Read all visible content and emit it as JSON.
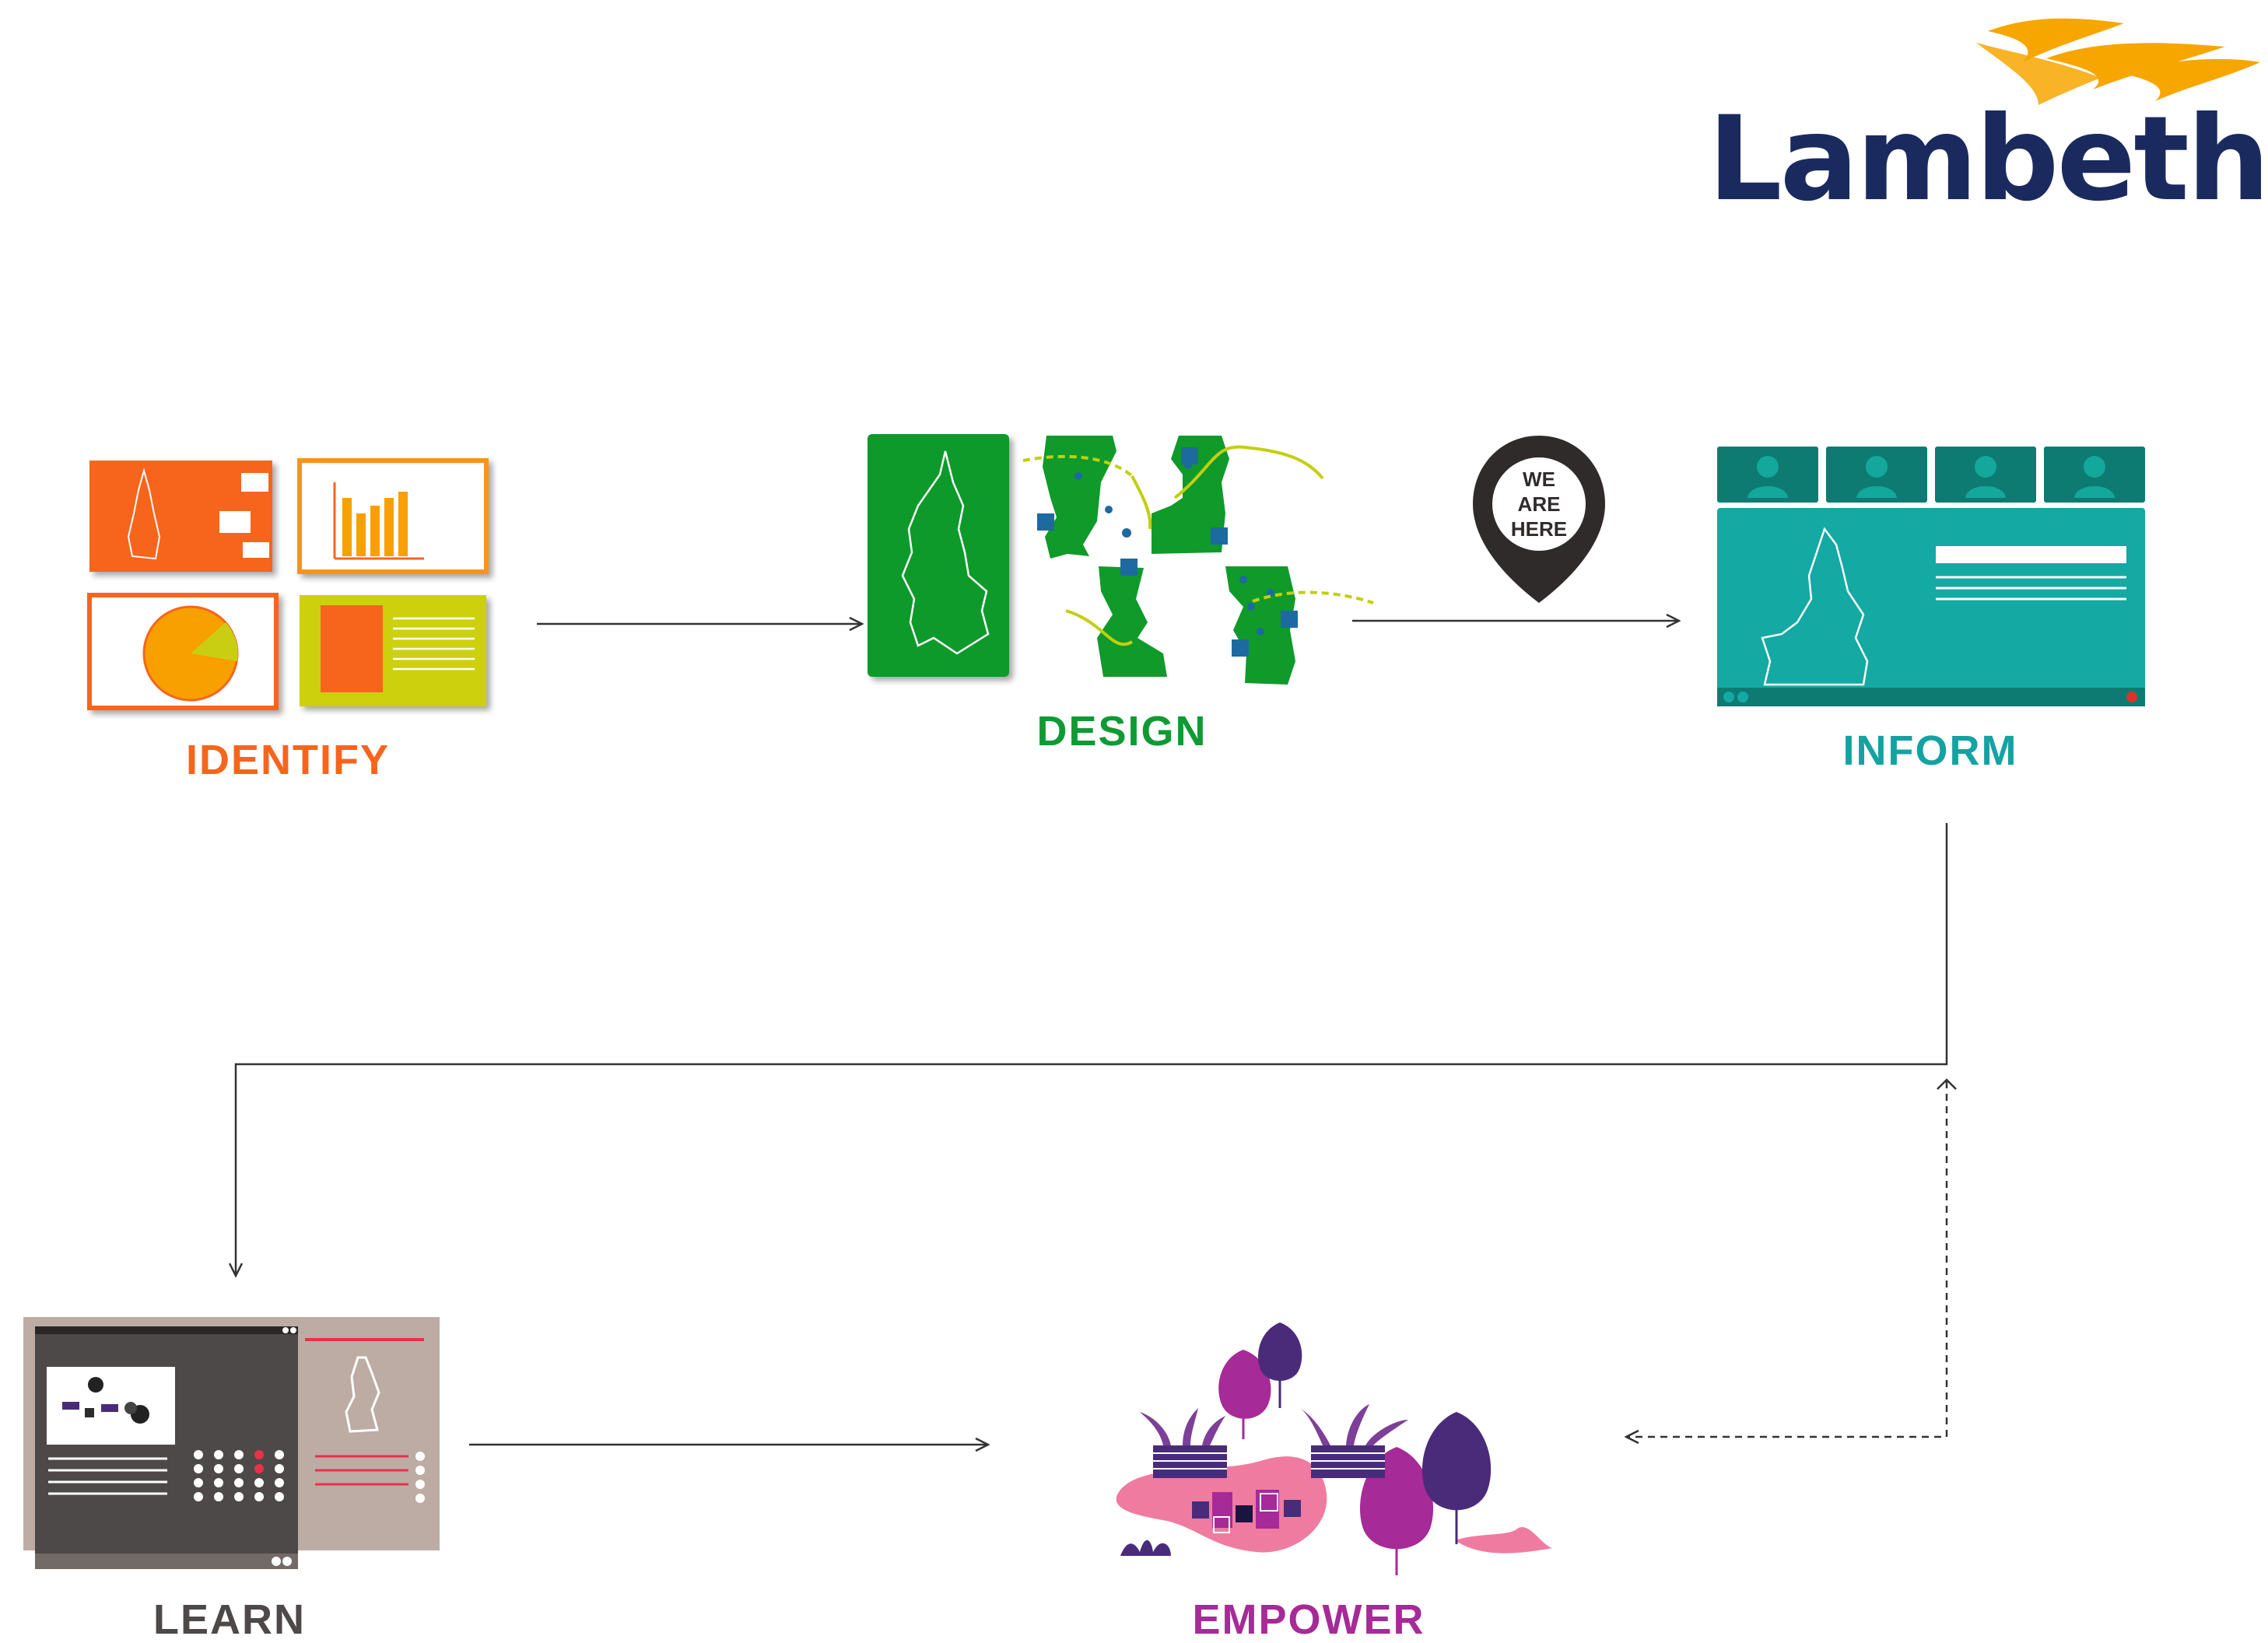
{
  "brand": {
    "name": "Lambeth",
    "colors": {
      "navy": "#1b2a5e",
      "gold": "#f7a600"
    }
  },
  "stages": {
    "identify": {
      "label": "IDENTIFY",
      "color": "#f7651d"
    },
    "design": {
      "label": "DESIGN",
      "color": "#0f9a33"
    },
    "inform": {
      "label": "INFORM",
      "color": "#14a2a2"
    },
    "learn": {
      "label": "LEARN",
      "color": "#4d4948"
    },
    "empower": {
      "label": "EMPOWER",
      "color": "#a62a97"
    }
  },
  "pin": {
    "line1": "WE",
    "line2": "ARE",
    "line3": "HERE"
  }
}
